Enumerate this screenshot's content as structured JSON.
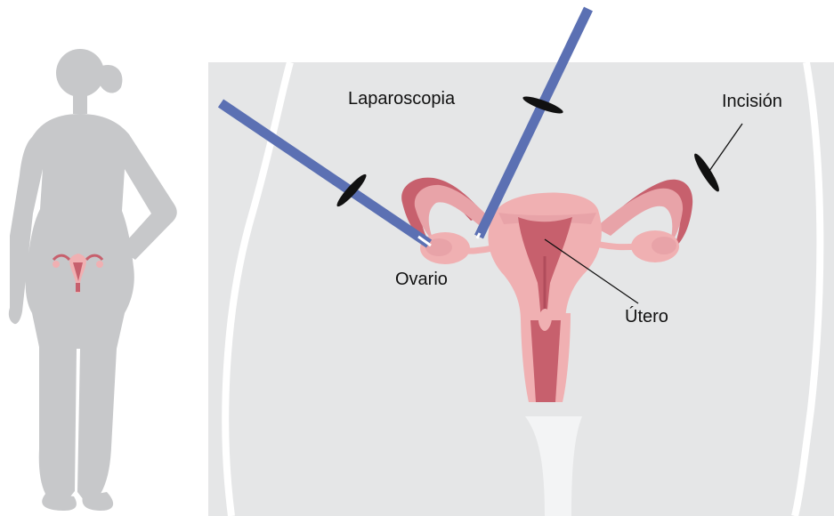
{
  "labels": {
    "laparoscopy": "Laparoscopia",
    "incision": "Incisión",
    "ovary": "Ovario",
    "uterus": "Útero"
  },
  "colors": {
    "panel_background": "#e5e6e7",
    "body_silhouette": "#c7c8ca",
    "instrument": "#5b70b3",
    "uterus_light": "#f0b0b2",
    "uterus_dark": "#c7606d",
    "incision_mark": "#111111"
  },
  "icons": {
    "figure": "female-silhouette-icon",
    "organ": "uterus-diagram-icon",
    "tool": "laparoscopic-instrument-icon",
    "cut": "incision-mark-icon"
  }
}
